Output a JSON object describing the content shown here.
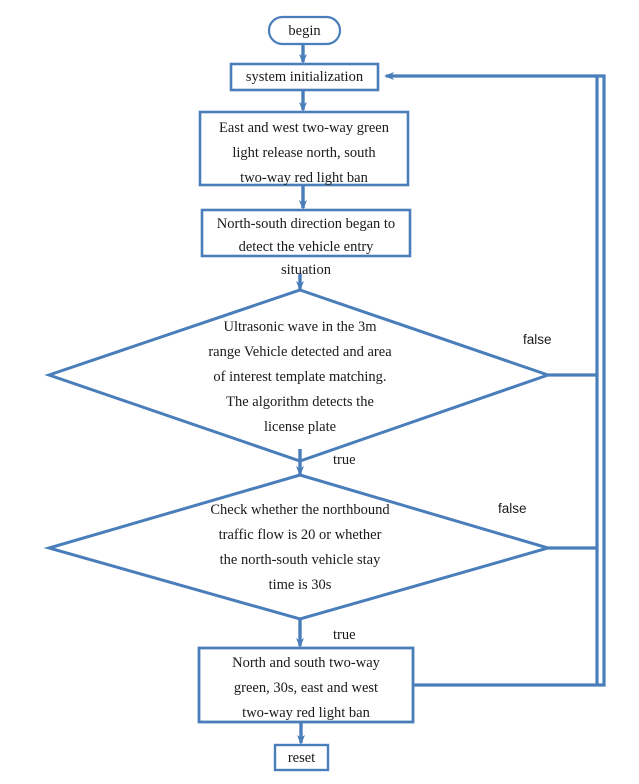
{
  "diagram": {
    "type": "flowchart",
    "title": "Traffic light control system flowchart",
    "stroke_color": "#4a7ebb",
    "text_color": "#1a1a1a",
    "background": "#ffffff",
    "nodes": {
      "begin": {
        "shape": "terminator",
        "label": "begin"
      },
      "system_init": {
        "shape": "process",
        "label": "system initialization"
      },
      "east_west_green": {
        "shape": "process",
        "label": "East and west two-way green\nlight release north, south\ntwo-way red light ban"
      },
      "ns_detect": {
        "shape": "process",
        "label": "North-south direction began to\ndetect the vehicle entry"
      },
      "ns_detect_overflow": {
        "shape": "overflow-text",
        "label": "situation"
      },
      "decision_ultrasonic": {
        "shape": "decision",
        "label": "Ultrasonic wave in the 3m\nrange Vehicle detected and area\nof interest template matching.\nThe algorithm detects the\nlicense plate"
      },
      "decision_traffic_flow": {
        "shape": "decision",
        "label": "Check whether the northbound\ntraffic flow is 20 or whether\nthe north-south vehicle stay\ntime is 30s"
      },
      "north_south_green": {
        "shape": "process",
        "label": "North and south two-way\ngreen, 30s, east and west\ntwo-way red light ban"
      },
      "reset": {
        "shape": "process",
        "label": "reset"
      }
    },
    "edge_labels": {
      "ultrasonic_false": "false",
      "ultrasonic_true": "true",
      "traffic_false": "false",
      "traffic_true": "true"
    }
  }
}
